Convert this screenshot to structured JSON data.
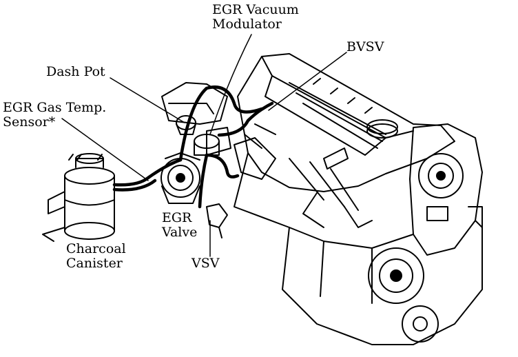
{
  "labels": {
    "egr_vacuum_modulator": {
      "line1": "EGR Vacuum",
      "line2": "Modulator"
    },
    "bvsv": "BVSV",
    "dash_pot": "Dash Pot",
    "egr_gas_temp_sensor": {
      "line1": "EGR Gas Temp.",
      "line2": "Sensor*"
    },
    "egr_valve": {
      "line1": "EGR",
      "line2": "Valve"
    },
    "charcoal_canister": {
      "line1": "Charcoal",
      "line2": "Canister"
    },
    "vsv": "VSV"
  },
  "colors": {
    "ink": "#000000",
    "paper": "#ffffff"
  }
}
